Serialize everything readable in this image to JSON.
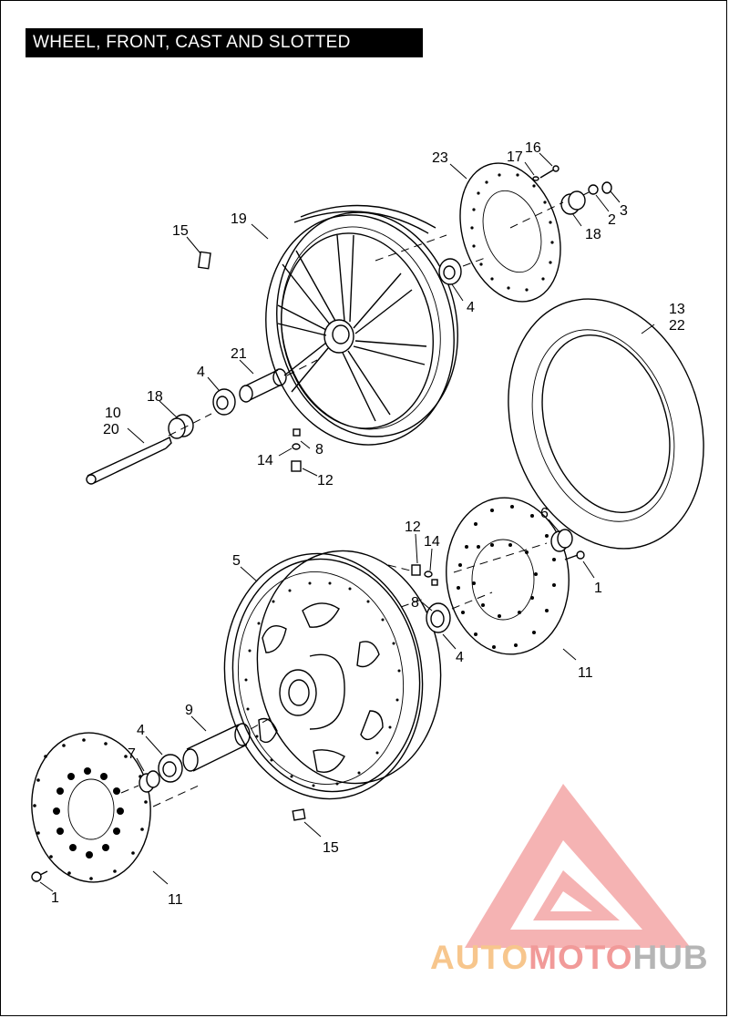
{
  "title": "WHEEL, FRONT, CAST AND SLOTTED",
  "callouts": [
    {
      "id": "c16a",
      "label": "16"
    },
    {
      "id": "c17a",
      "label": "17"
    },
    {
      "id": "c23",
      "label": "23"
    },
    {
      "id": "c3",
      "label": "3"
    },
    {
      "id": "c2",
      "label": "2"
    },
    {
      "id": "c18a",
      "label": "18"
    },
    {
      "id": "c19",
      "label": "19"
    },
    {
      "id": "c15a",
      "label": "15"
    },
    {
      "id": "c4a",
      "label": "4"
    },
    {
      "id": "c13",
      "label": "13"
    },
    {
      "id": "c22",
      "label": "22"
    },
    {
      "id": "c21",
      "label": "21"
    },
    {
      "id": "c4b",
      "label": "4"
    },
    {
      "id": "c18b",
      "label": "18"
    },
    {
      "id": "c10",
      "label": "10"
    },
    {
      "id": "c20",
      "label": "20"
    },
    {
      "id": "c8a",
      "label": "8"
    },
    {
      "id": "c14a",
      "label": "14"
    },
    {
      "id": "c12a",
      "label": "12"
    },
    {
      "id": "c12b",
      "label": "12"
    },
    {
      "id": "c14b",
      "label": "14"
    },
    {
      "id": "c6",
      "label": "6"
    },
    {
      "id": "c1a",
      "label": "1"
    },
    {
      "id": "c5",
      "label": "5"
    },
    {
      "id": "c8b",
      "label": "8"
    },
    {
      "id": "c4c",
      "label": "4"
    },
    {
      "id": "c11a",
      "label": "11"
    },
    {
      "id": "c9",
      "label": "9"
    },
    {
      "id": "c4d",
      "label": "4"
    },
    {
      "id": "c7",
      "label": "7"
    },
    {
      "id": "c15b",
      "label": "15"
    },
    {
      "id": "c1b",
      "label": "1"
    },
    {
      "id": "c11b",
      "label": "11"
    }
  ],
  "watermark": {
    "part1": "AUTO",
    "part2": "MOTO",
    "part3": "HUB",
    "colors": {
      "auto": "#f7c68d",
      "moto": "#f19a99",
      "hub": "#b5b5b5",
      "triangle": "#f29a9a"
    }
  }
}
